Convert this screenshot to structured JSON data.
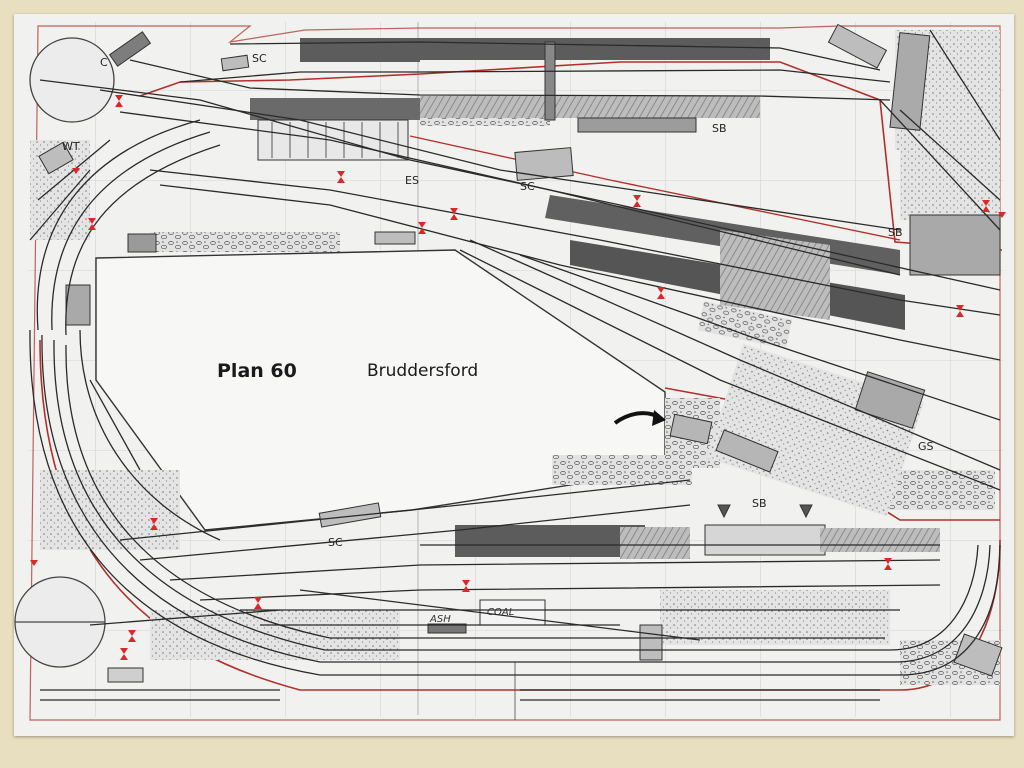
{
  "plan": {
    "title": "Plan 60",
    "name": "Bruddersford"
  },
  "labels": {
    "sc_top": "SC",
    "sc_mid": "SC",
    "sc_bottom": "SC",
    "sb_top": "SB",
    "sb_right": "SB",
    "sb_bottom": "SB",
    "es": "ES",
    "gs": "GS",
    "wt": "WT",
    "c": "C",
    "coal": "COAL",
    "ash": "ASH"
  },
  "colors": {
    "paper_background": "#e8dfc0",
    "sheet": "#f1f1ef",
    "track": "#2a2a2a",
    "outline": "#b2302a",
    "signal": "#d9282a",
    "platform": "#5c5c5c",
    "scenery": "#c9c9c9"
  }
}
